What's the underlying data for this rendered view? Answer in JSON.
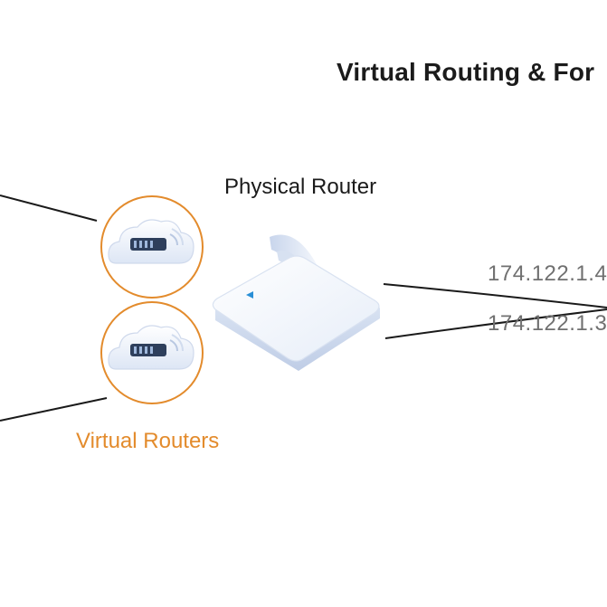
{
  "diagram": {
    "title": "Virtual Routing & For",
    "physical_router_label": "Physical Router",
    "virtual_routers_label": "Virtual Routers",
    "ip_links": [
      "174.122.1.4",
      "174.122.1.3"
    ]
  },
  "colors": {
    "accent_orange": "#E38B2C",
    "title_text": "#1B1B1B",
    "ip_text": "#707070",
    "link_line": "#1A1A1A",
    "device_body": "#F1F5FC",
    "device_shadow": "#C9D6EC",
    "router_led": "#2A8FD6"
  },
  "icons": {
    "virtual_router": "cloud-router-icon",
    "physical_router": "wireless-router-icon"
  }
}
